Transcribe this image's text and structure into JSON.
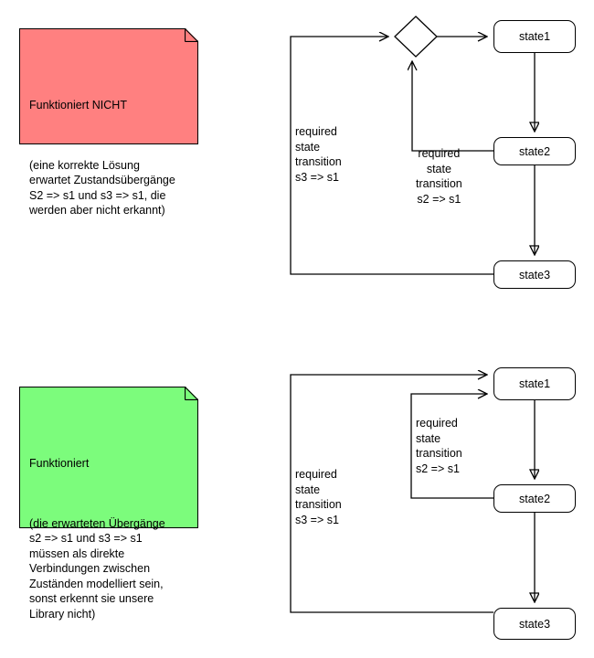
{
  "notes": [
    {
      "id": "note-not-working",
      "title": "Funktioniert NICHT",
      "body": "(eine korrekte Lösung\nerwartet Zustandsübergänge\nS2 => s1 und s3 => s1, die\nwerden aber nicht erkannt)",
      "color": "#ff8080"
    },
    {
      "id": "note-working",
      "title": "Funktioniert",
      "body": "(die erwarteten Übergänge\ns2 => s1 und s3 => s1\nmüssen als direkte\nVerbindungen zwischen\nZuständen modelliert sein,\nsonst erkennt sie unsere\nLibrary nicht)",
      "color": "#7cfc7c"
    }
  ],
  "diagrams": [
    {
      "id": "diagram-not-working",
      "states": [
        {
          "id": "top-state1",
          "label": "state1"
        },
        {
          "id": "top-state2",
          "label": "state2"
        },
        {
          "id": "top-state3",
          "label": "state3"
        }
      ],
      "junction": {
        "id": "top-decision-diamond",
        "label": ""
      },
      "edge_labels": [
        {
          "id": "top-label-s3",
          "text": "required\nstate\ntransition\ns3 => s1",
          "align": "left"
        },
        {
          "id": "top-label-s2",
          "text": "required\nstate\ntransition\ns2 => s1",
          "align": "center"
        }
      ]
    },
    {
      "id": "diagram-working",
      "states": [
        {
          "id": "bottom-state1",
          "label": "state1"
        },
        {
          "id": "bottom-state2",
          "label": "state2"
        },
        {
          "id": "bottom-state3",
          "label": "state3"
        }
      ],
      "edge_labels": [
        {
          "id": "bottom-label-s2",
          "text": "required\nstate\ntransition\ns2 => s1",
          "align": "left"
        },
        {
          "id": "bottom-label-s3",
          "text": "required\nstate\ntransition\ns3 => s1",
          "align": "left"
        }
      ]
    }
  ],
  "colors": {
    "stroke": "#000000",
    "note_red": "#ff8080",
    "note_green": "#7cfc7c",
    "background": "#ffffff"
  }
}
